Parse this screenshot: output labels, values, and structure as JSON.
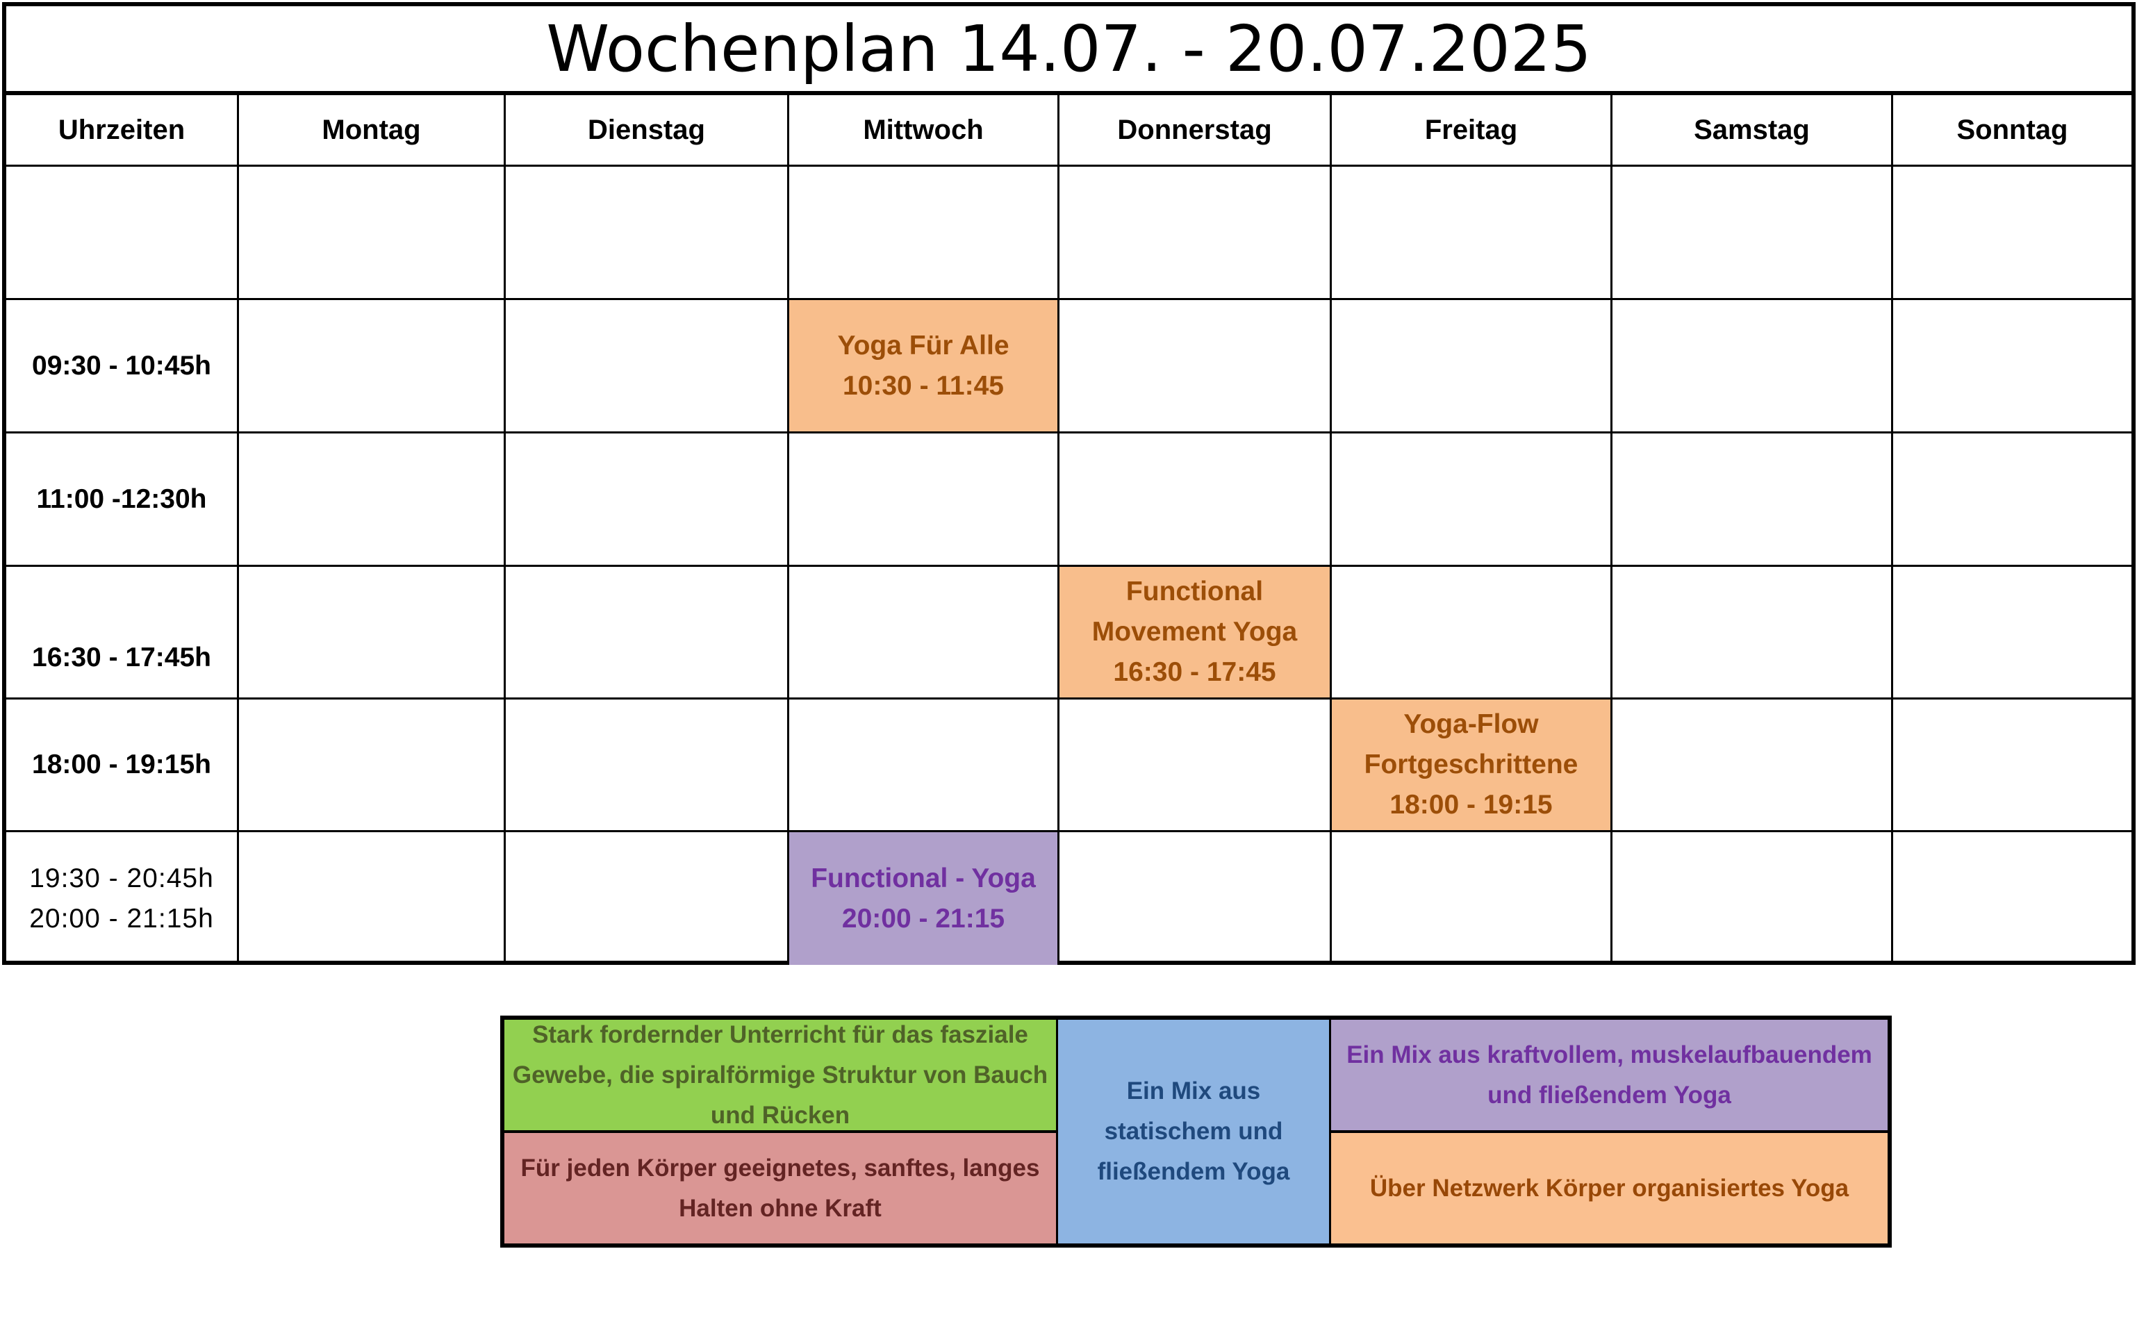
{
  "title": "Wochenplan 14.07. - 20.07.2025",
  "headers": [
    "Uhrzeiten",
    "Montag",
    "Dienstag",
    "Mittwoch",
    "Donnerstag",
    "Freitag",
    "Samstag",
    "Sonntag"
  ],
  "times": {
    "row1": "",
    "row2": "09:30 - 10:45h",
    "row3": "11:00 -12:30h",
    "row4": "16:30 - 17:45h",
    "row5": "18:00 - 19:15h",
    "row6_line1": "19:30 - 20:45h",
    "row6_line2": "20:00 - 21:15h"
  },
  "events": {
    "yoga_fuer_alle": {
      "day": "Mittwoch",
      "name": "Yoga Für Alle",
      "time": "10:30 - 11:45",
      "color": "#f8be8c"
    },
    "functional_movement": {
      "day": "Donnerstag",
      "name_line1": "Functional",
      "name_line2": "Movement Yoga",
      "time": "16:30 - 17:45",
      "color": "#f8be8c"
    },
    "yoga_flow": {
      "day": "Freitag",
      "name_line1": "Yoga-Flow",
      "name_line2": "Fortgeschrittene",
      "time": "18:00 - 19:15",
      "color": "#f8be8c"
    },
    "functional_yoga": {
      "day": "Mittwoch",
      "name": "Functional - Yoga",
      "time": "20:00 - 21:15",
      "color": "#b0a0cb"
    }
  },
  "legend": {
    "green": {
      "color": "#92d050",
      "lines": [
        "Stark fordernder Unterricht für das fasziale",
        "Gewebe, die spiralförmige Struktur von Bauch",
        "und Rücken"
      ]
    },
    "red": {
      "color": "#da9694",
      "lines": [
        "Für jeden Körper geeignetes, sanftes, langes",
        "Halten ohne Kraft"
      ]
    },
    "blue": {
      "color": "#8db4e2",
      "lines": [
        "Ein Mix aus",
        "statischem und",
        "fließendem Yoga"
      ]
    },
    "purple": {
      "color": "#b0a0cb",
      "lines": [
        "Ein Mix aus kraftvollem, muskelaufbauendem",
        "und fließendem Yoga"
      ]
    },
    "orange": {
      "color": "#fac090",
      "lines": [
        "Über Netzwerk Körper organisiertes Yoga"
      ]
    }
  }
}
